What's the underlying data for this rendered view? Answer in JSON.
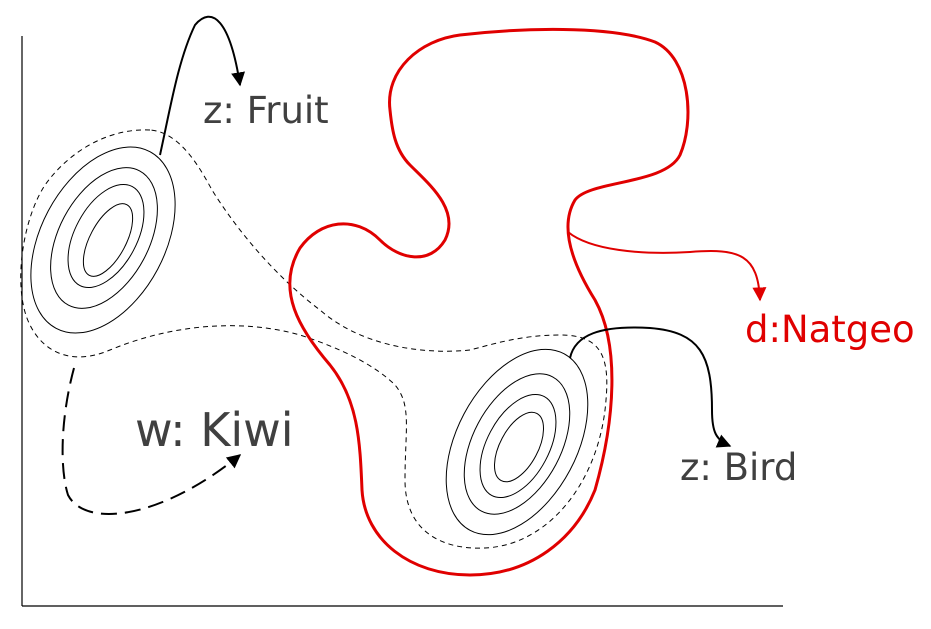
{
  "labels": {
    "fruit": "z: Fruit",
    "kiwi": "w: Kiwi",
    "bird": "z: Bird",
    "natgeo": "d:Natgeo"
  },
  "colors": {
    "ink": "#000000",
    "text": "#404040",
    "accent": "#e00000"
  }
}
